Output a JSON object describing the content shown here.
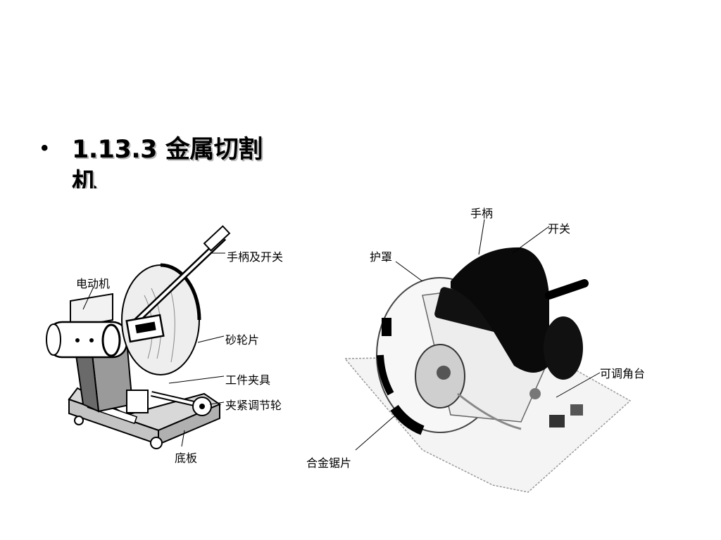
{
  "slide": {
    "bullet": "•",
    "title": "1.13.3 金属切割机"
  },
  "figure_left": {
    "labels": {
      "handle_switch": "手柄及开关",
      "motor": "电动机",
      "grinding_wheel": "砂轮片",
      "work_fixture": "工件夹具",
      "clamp_wheel": "夹紧调节轮",
      "base_plate": "底板"
    }
  },
  "figure_right": {
    "labels": {
      "handle": "手柄",
      "switch": "开关",
      "guard": "护罩",
      "adjustable_table": "可调角台",
      "alloy_blade": "合金锯片"
    }
  }
}
